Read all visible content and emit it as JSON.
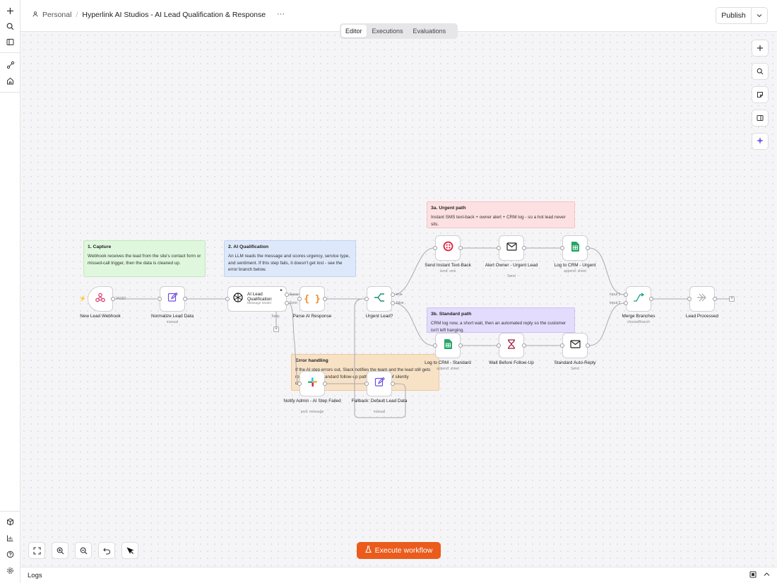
{
  "header": {
    "workspace": "Personal",
    "separator": "/",
    "workflow_title": "Hyperlink AI Studios - AI Lead Qualification & Response",
    "more_label": "···",
    "publish_label": "Publish"
  },
  "tabs": [
    {
      "label": "Editor",
      "active": true
    },
    {
      "label": "Executions",
      "active": false
    },
    {
      "label": "Evaluations",
      "active": false
    }
  ],
  "sticky_notes": [
    {
      "title": "1. Capture",
      "body": "Webhook receives the lead from the site's contact form or missed-call trigger, then the data is cleaned up.",
      "color": "#dff7dd"
    },
    {
      "title": "2. AI Qualification",
      "body": "An LLM reads the message and scores urgency, service type, and sentiment. If this step fails, it doesn't get lost - see the error branch below.",
      "color": "#dde8fa"
    },
    {
      "title": "3a. Urgent path",
      "body": "Instant SMS text-back + owner alert + CRM log - so a hot lead never sits.",
      "color": "#fde0e2"
    },
    {
      "title": "3b. Standard path",
      "body": "CRM log now, a short wait, then an automated reply so the customer isn't left hanging.",
      "color": "#e3dcfc"
    },
    {
      "title": "Error handling",
      "body": "If the AI step errors out, Slack notifies the team and the lead still gets routed to the standard follow-up path — instead of silently disappearing.",
      "color": "#f8e2c6"
    }
  ],
  "nodes": {
    "webhook": {
      "label": "New Lead Webhook",
      "sub": "",
      "icon": "webhook-icon"
    },
    "normalize": {
      "label": "Normalize Lead Data",
      "sub": "manual",
      "icon": "edit-icon"
    },
    "ai": {
      "label": "AI Lead Qualification",
      "sub": "Message Model",
      "icon": "openai-icon"
    },
    "parse": {
      "label": "Parse AI Response",
      "sub": "",
      "icon": "code-icon"
    },
    "urgent": {
      "label": "Urgent Lead?",
      "sub": "",
      "icon": "if-icon"
    },
    "sms": {
      "label": "Send Instant Text-Back",
      "sub": "send: sms",
      "icon": "twilio-icon"
    },
    "alert": {
      "label": "Alert Owner - Urgent Lead",
      "sub": "Send",
      "icon": "mail-icon"
    },
    "crm_urgent": {
      "label": "Log to CRM - Urgent",
      "sub": "append: sheet",
      "icon": "sheets-icon"
    },
    "crm_standard": {
      "label": "Log to CRM - Standard",
      "sub": "append: sheet",
      "icon": "sheets-icon"
    },
    "wait": {
      "label": "Wait Before Follow-Up",
      "sub": "",
      "icon": "hourglass-icon"
    },
    "auto_reply": {
      "label": "Standard Auto-Reply",
      "sub": "Send",
      "icon": "mail-icon"
    },
    "merge": {
      "label": "Merge Branches",
      "sub": "chooseBranch",
      "icon": "merge-icon"
    },
    "processed": {
      "label": "Lead Processed",
      "sub": "",
      "icon": "noop-icon"
    },
    "notify": {
      "label": "Notify Admin - AI Step Failed",
      "sub": "post: message",
      "icon": "slack-icon"
    },
    "fallback": {
      "label": "Fallback: Default Lead Data",
      "sub": "manual",
      "icon": "edit-icon"
    }
  },
  "port_labels": {
    "post": "POST",
    "success": "Success",
    "error": "Error",
    "tools": "Tools",
    "true": "true",
    "false": "false",
    "input1": "Input 1",
    "input2": "Input 2"
  },
  "execute_label": "Execute workflow",
  "logs_label": "Logs",
  "colors": {
    "accent": "#ea5b1c"
  }
}
